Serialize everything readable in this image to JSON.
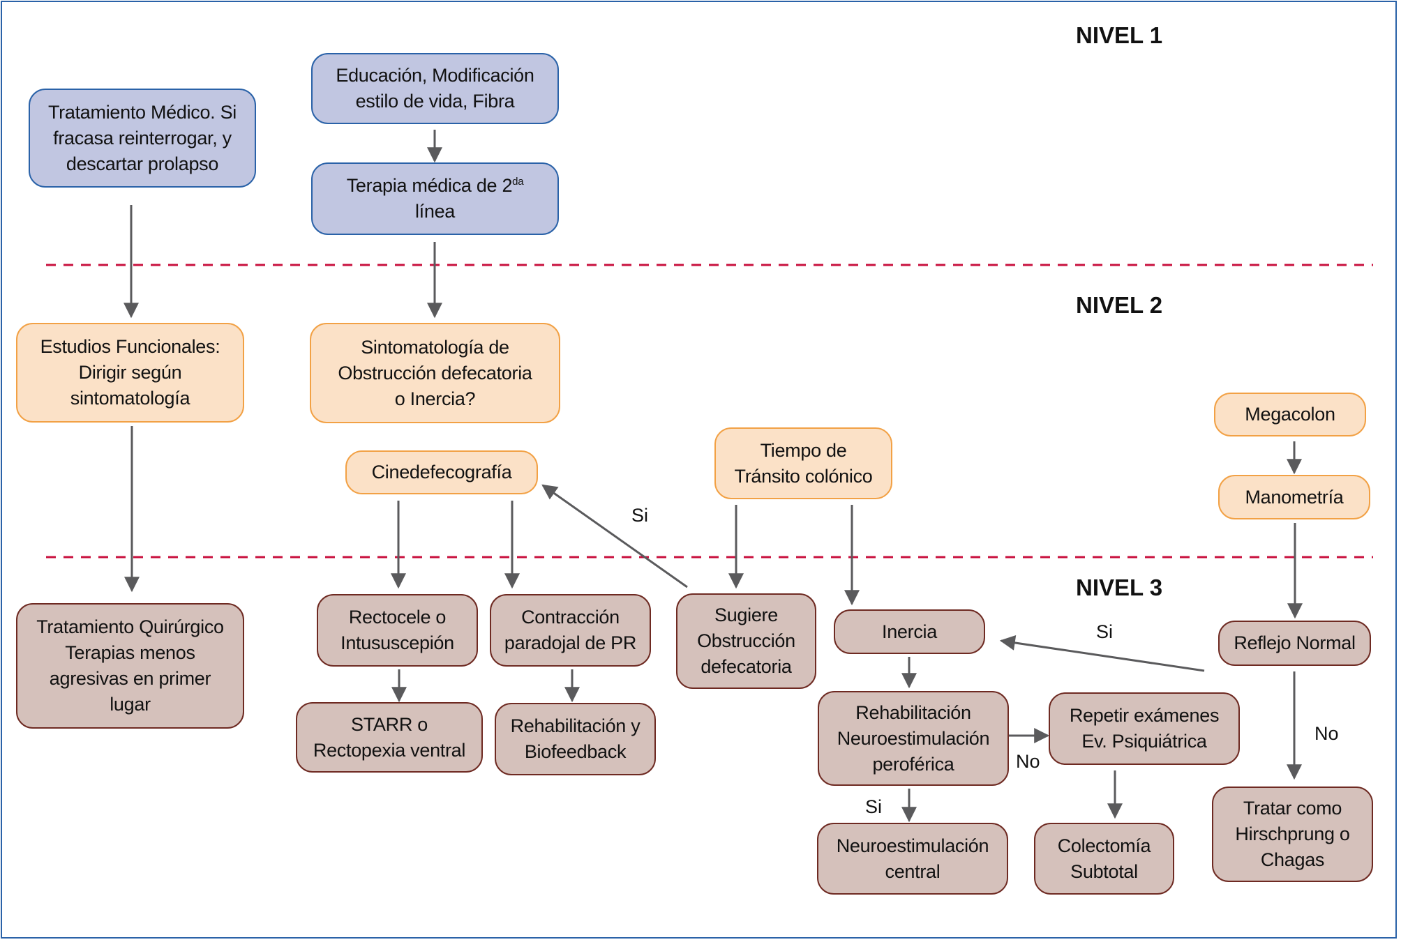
{
  "levels": {
    "nivel1": "NIVEL 1",
    "nivel2": "NIVEL 2",
    "nivel3": "NIVEL 3"
  },
  "colors": {
    "level1_fill": "#c1c6e1",
    "level1_border": "#2a62a8",
    "level2_fill": "#fbe1c7",
    "level2_border": "#f2a145",
    "level3_fill": "#d5c1bb",
    "level3_border": "#6e2a22",
    "divider": "#c8103e",
    "arrow": "#5a5a5c"
  },
  "nodes": {
    "tratamiento_medico": "Tratamiento Médico. Si\nfracasa reinterrogar, y\ndescartar prolapso",
    "educacion": "Educación, Modificación\nestilo de vida, Fibra",
    "terapia_medica": "Terapia médica de 2",
    "terapia_medica_sup": "da",
    "terapia_medica_line2": "línea",
    "estudios_funcionales": "Estudios Funcionales:\nDirigir según\nsintomatología",
    "sintomatologia": "Sintomatología de\nObstrucción defecatoria\no Inercia?",
    "cinedefecografia": "Cinedefecografía",
    "tiempo_transito": "Tiempo de\nTránsito colónico",
    "megacolon": "Megacolon",
    "manometria": "Manometría",
    "tratamiento_quirurgico": "Tratamiento Quirúrgico\nTerapias menos\nagresivas en primer\nlugar",
    "rectocele": "Rectocele o\nIntususcepión",
    "contraccion": "Contracción\nparadojal de PR",
    "sugiere_obstruccion": "Sugiere\nObstrucción\ndefecatoria",
    "inercia": "Inercia",
    "reflejo_normal": "Reflejo Normal",
    "starr": "STARR o\nRectopexia ventral",
    "rehab_biofeedback": "Rehabilitación y\nBiofeedback",
    "rehab_neuro": "Rehabilitación\nNeuroestimulación\nperoférica",
    "repetir_examenes": "Repetir exámenes\nEv. Psiquiátrica",
    "neuro_central": "Neuroestimulación\ncentral",
    "colectomia": "Colectomía\nSubtotal",
    "tratar_como": "Tratar como\nHirschprung o\nChagas"
  },
  "edge_labels": {
    "si_cine": "Si",
    "si_inercia": "Si",
    "no_repetir": "No",
    "si_neuro": "Si",
    "no_tratar": "No"
  },
  "edges": [
    {
      "from": "tratamiento_medico",
      "to": "estudios_funcionales"
    },
    {
      "from": "educacion",
      "to": "terapia_medica"
    },
    {
      "from": "terapia_medica",
      "to": "sintomatologia"
    },
    {
      "from": "estudios_funcionales",
      "to": "tratamiento_quirurgico"
    },
    {
      "from": "cinedefecografia",
      "to": "rectocele"
    },
    {
      "from": "cinedefecografia",
      "to": "contraccion"
    },
    {
      "from": "rectocele",
      "to": "starr"
    },
    {
      "from": "contraccion",
      "to": "rehab_biofeedback"
    },
    {
      "from": "tiempo_transito",
      "to": "sugiere_obstruccion"
    },
    {
      "from": "tiempo_transito",
      "to": "inercia"
    },
    {
      "from": "sugiere_obstruccion",
      "to": "cinedefecografia",
      "label": "Si"
    },
    {
      "from": "megacolon",
      "to": "manometria"
    },
    {
      "from": "manometria",
      "to": "reflejo_normal"
    },
    {
      "from": "inercia",
      "to": "rehab_neuro"
    },
    {
      "from": "rehab_neuro",
      "to": "repetir_examenes",
      "label": "No"
    },
    {
      "from": "rehab_neuro",
      "to": "neuro_central",
      "label": "Si"
    },
    {
      "from": "repetir_examenes",
      "to": "colectomia"
    },
    {
      "from": "reflejo_normal",
      "to": "tratar_como",
      "label": "No"
    },
    {
      "from": "reflejo_normal",
      "to": "inercia",
      "label": "Si"
    }
  ]
}
